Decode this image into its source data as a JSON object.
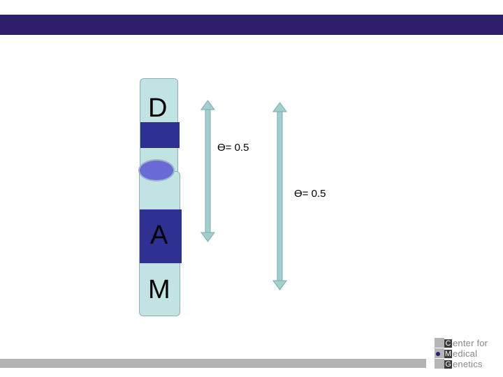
{
  "loci": {
    "d": "D",
    "a": "A",
    "m": "M"
  },
  "recombination": {
    "theta_1": "ϴ= 0.5",
    "theta_2": "ϴ= 0.5"
  },
  "logo": {
    "line1_initial": "C",
    "line1_rest": "enter for",
    "line2_initial": "M",
    "line2_rest": "edical",
    "line3_initial": "G",
    "line3_rest": "enetics"
  },
  "colors": {
    "header_bar": "#2d1f6b",
    "band": "#2e3192",
    "chromosome_fill": "#c2e3e3",
    "centromere": "#6a6ad6",
    "arrow": "#9fcfcf",
    "footer_bar": "#b3b3b3"
  }
}
